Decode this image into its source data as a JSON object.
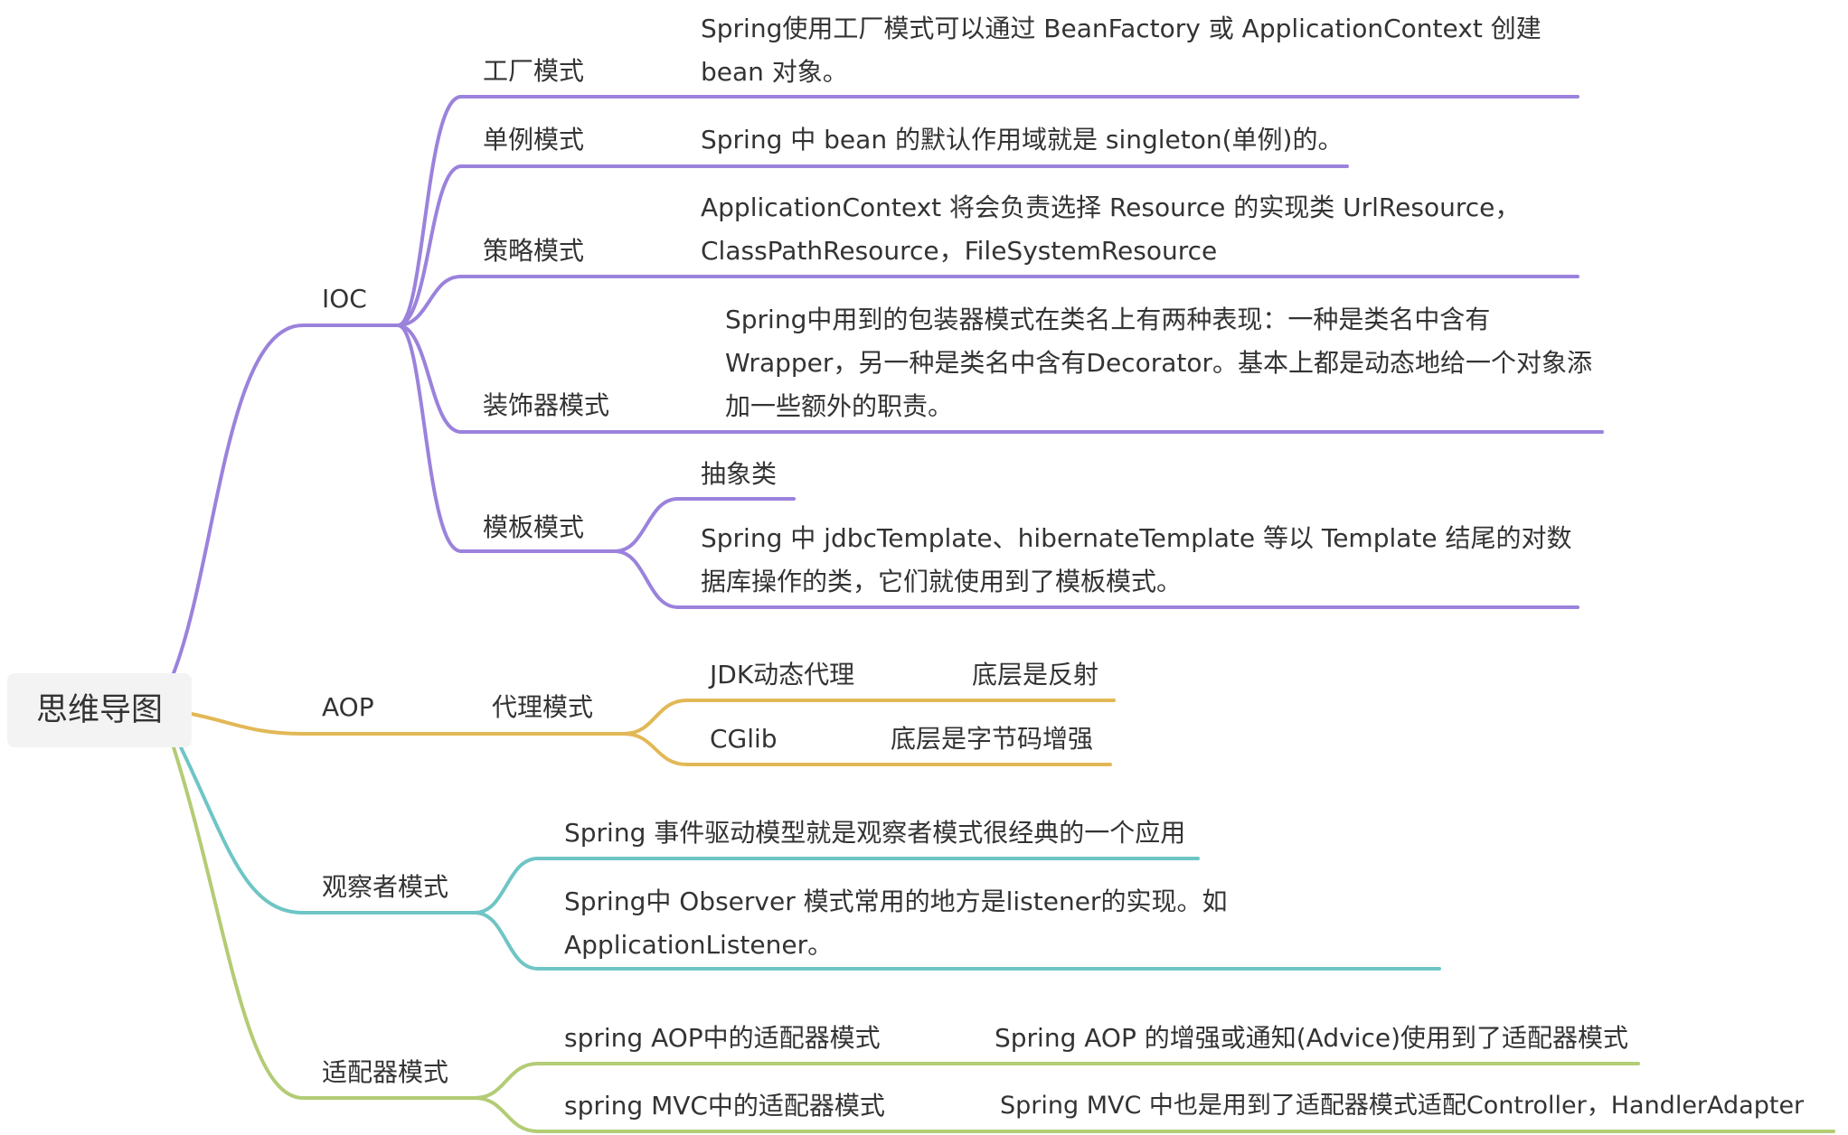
{
  "colors": {
    "ioc": "#9b82dc",
    "aop": "#e2b856",
    "observer": "#6fc5c5",
    "adapter": "#b3cc75"
  },
  "root": {
    "label": "思维导图"
  },
  "ioc": {
    "label": "IOC",
    "factory": {
      "label": "工厂模式",
      "desc": "Spring使用工厂模式可以通过 BeanFactory 或 ApplicationContext 创建 bean 对象。"
    },
    "singleton": {
      "label": "单例模式",
      "desc": "Spring 中 bean 的默认作用域就是 singleton(单例)的。"
    },
    "strategy": {
      "label": "策略模式",
      "desc": "ApplicationContext 将会负责选择 Resource 的实现类    UrlResource，ClassPathResource，FileSystemResource"
    },
    "decorator": {
      "label": "装饰器模式",
      "desc": "Spring中用到的包装器模式在类名上有两种表现：一种是类名中含有Wrapper，另一种是类名中含有Decorator。基本上都是动态地给一个对象添加一些额外的职责。"
    },
    "template": {
      "label": "模板模式",
      "abstract": "抽象类",
      "desc": "Spring 中 jdbcTemplate、hibernateTemplate 等以 Template 结尾的对数据库操作的类，它们就使用到了模板模式。"
    }
  },
  "aop": {
    "label": "AOP",
    "proxy": {
      "label": "代理模式",
      "jdk": {
        "label": "JDK动态代理",
        "note": "底层是反射"
      },
      "cglib": {
        "label": "CGlib",
        "note": "底层是字节码增强"
      }
    }
  },
  "observer": {
    "label": "观察者模式",
    "item1": "Spring 事件驱动模型就是观察者模式很经典的一个应用",
    "item2": "Spring中 Observer 模式常用的地方是listener的实现。如ApplicationListener。"
  },
  "adapter": {
    "label": "适配器模式",
    "aop": {
      "label": "spring AOP中的适配器模式",
      "note": "Spring AOP 的增强或通知(Advice)使用到了适配器模式"
    },
    "mvc": {
      "label": "spring MVC中的适配器模式",
      "note": "Spring MVC 中也是用到了适配器模式适配Controller，HandlerAdapter"
    }
  }
}
